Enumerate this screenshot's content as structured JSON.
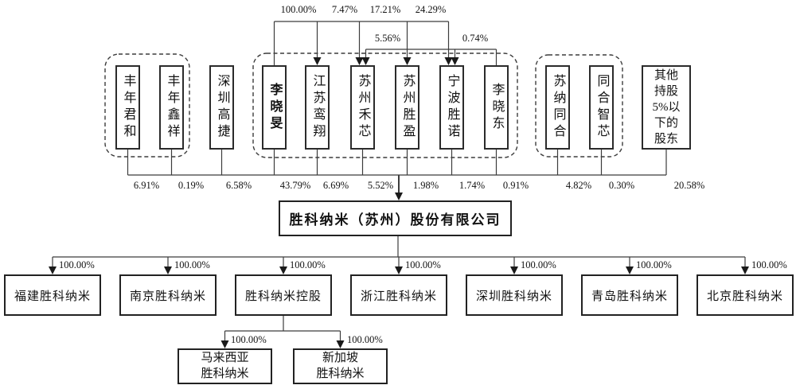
{
  "top_percents": [
    "100.00%",
    "7.47%",
    "17.21%",
    "24.29%"
  ],
  "mid_percents": [
    "5.56%",
    "0.74%"
  ],
  "shareholders": [
    {
      "name": "丰年君和",
      "pct": "6.91%"
    },
    {
      "name": "丰年鑫祥",
      "pct": "0.19%"
    },
    {
      "name": "深圳高捷",
      "pct": "6.58%"
    },
    {
      "name": "李晓旻",
      "pct": "43.79%"
    },
    {
      "name": "江苏鸾翔",
      "pct": "6.69%"
    },
    {
      "name": "苏州禾芯",
      "pct": "5.52%"
    },
    {
      "name": "苏州胜盈",
      "pct": "1.98%"
    },
    {
      "name": "宁波胜诺",
      "pct": "1.74%"
    },
    {
      "name": "李晓东",
      "pct": "0.91%"
    },
    {
      "name": "苏纳同合",
      "pct": "4.82%"
    },
    {
      "name": "同合智芯",
      "pct": "0.30%"
    },
    {
      "name": "其他持股5%以下的股东",
      "pct": "20.58%"
    }
  ],
  "company": {
    "name": "胜科纳米（苏州）股份有限公司"
  },
  "subsidiaries": [
    {
      "name": "福建胜科纳米",
      "pct": "100.00%"
    },
    {
      "name": "南京胜科纳米",
      "pct": "100.00%"
    },
    {
      "name": "胜科纳米控股",
      "pct": "100.00%"
    },
    {
      "name": "浙江胜科纳米",
      "pct": "100.00%"
    },
    {
      "name": "深圳胜科纳米",
      "pct": "100.00%"
    },
    {
      "name": "青岛胜科纳米",
      "pct": "100.00%"
    },
    {
      "name": "北京胜科纳米",
      "pct": "100.00%"
    }
  ],
  "holding_children": [
    {
      "name": "马来西亚\n胜科纳米",
      "pct": "100.00%"
    },
    {
      "name": "新加坡\n胜科纳米",
      "pct": "100.00%"
    }
  ]
}
